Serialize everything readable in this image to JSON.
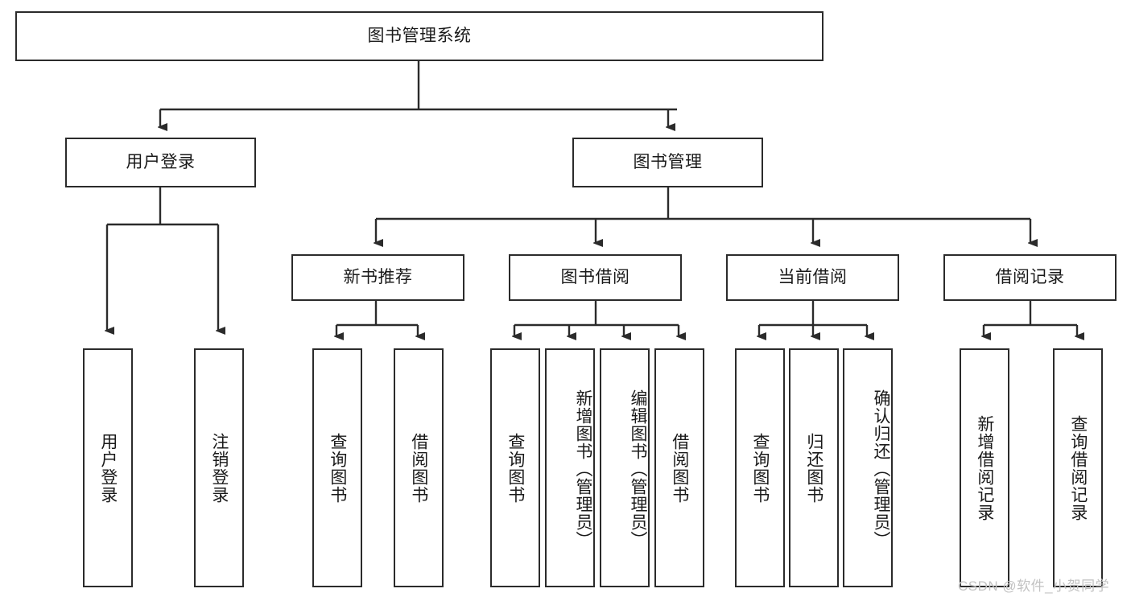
{
  "diagram": {
    "type": "tree-hierarchy-diagram",
    "title": "图书管理系统",
    "line_color": "#2b2b2b",
    "box_fill": "#ffffff",
    "text_color": "#1a1a1a",
    "watermark": "CSDN @软件_小贺同学",
    "watermark_color": "#c2c2c2",
    "root": {
      "label": "图书管理系统",
      "orientation": "horizontal"
    },
    "level2": [
      {
        "label": "用户登录",
        "orientation": "horizontal"
      },
      {
        "label": "图书管理",
        "orientation": "horizontal"
      }
    ],
    "level3": [
      {
        "label": "新书推荐",
        "orientation": "horizontal"
      },
      {
        "label": "图书借阅",
        "orientation": "horizontal"
      },
      {
        "label": "当前借阅",
        "orientation": "horizontal"
      },
      {
        "label": "借阅记录",
        "orientation": "horizontal"
      }
    ],
    "leaves": {
      "user_login": [
        {
          "label": "用户登录",
          "orientation": "vertical"
        },
        {
          "label": "注销登录",
          "orientation": "vertical"
        }
      ],
      "new_book_recommend": [
        {
          "label": "查询图书",
          "orientation": "vertical"
        },
        {
          "label": "借阅图书",
          "orientation": "vertical"
        }
      ],
      "book_borrow": [
        {
          "label": "查询图书",
          "orientation": "vertical"
        },
        {
          "label": "新增图书（管理员）",
          "orientation": "vertical"
        },
        {
          "label": "编辑图书（管理员）",
          "orientation": "vertical"
        },
        {
          "label": "借阅图书",
          "orientation": "vertical"
        }
      ],
      "current_borrow": [
        {
          "label": "查询图书",
          "orientation": "vertical"
        },
        {
          "label": "归还图书",
          "orientation": "vertical"
        },
        {
          "label": "确认归还（管理员）",
          "orientation": "vertical"
        }
      ],
      "borrow_record": [
        {
          "label": "新增借阅记录",
          "orientation": "vertical"
        },
        {
          "label": "查询借阅记录",
          "orientation": "vertical"
        }
      ]
    }
  }
}
